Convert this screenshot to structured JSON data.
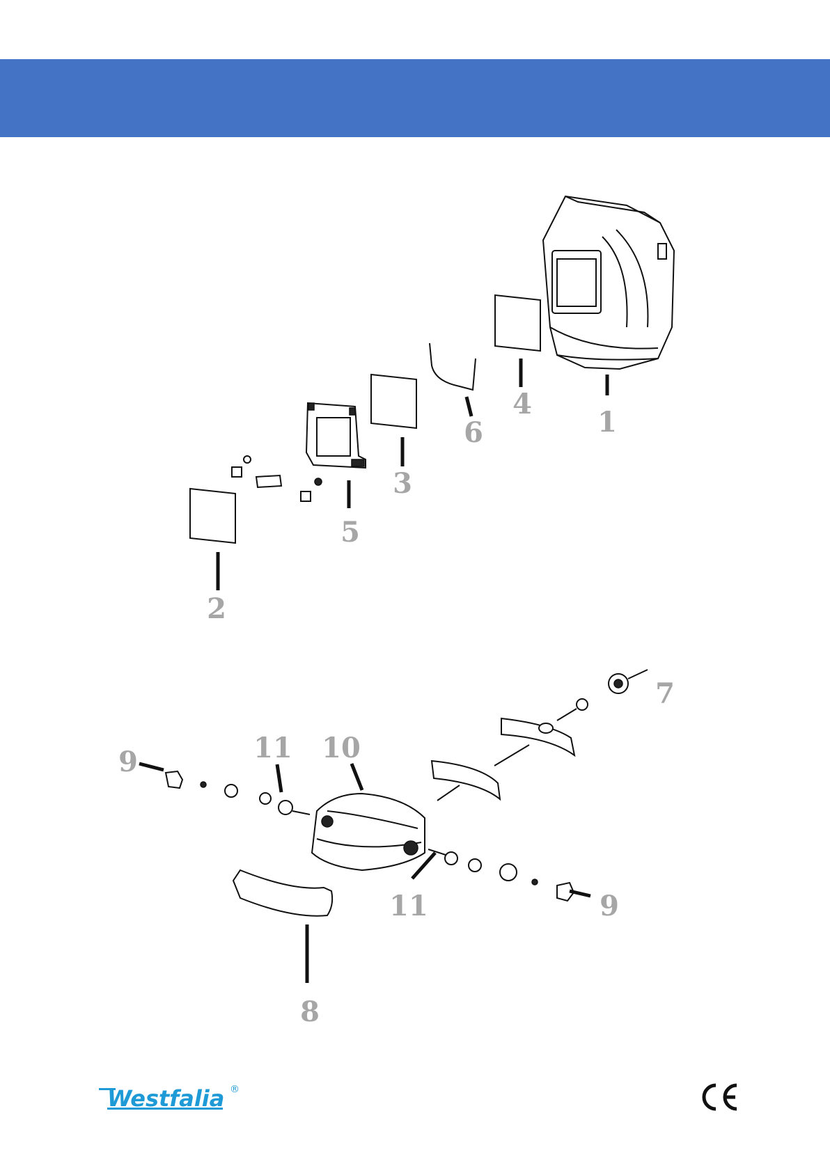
{
  "header": {
    "color": "#4472c4"
  },
  "diagram": {
    "labels": {
      "p1": "1",
      "p2": "2",
      "p3": "3",
      "p4": "4",
      "p5": "5",
      "p6": "6",
      "p7": "7",
      "p8": "8",
      "p9a": "9",
      "p9b": "9",
      "p10": "10",
      "p11a": "11",
      "p11b": "11"
    }
  },
  "footer": {
    "brand": "Westfalia",
    "registered": "®",
    "brand_color": "#1e9ad6",
    "certification": "CE"
  }
}
